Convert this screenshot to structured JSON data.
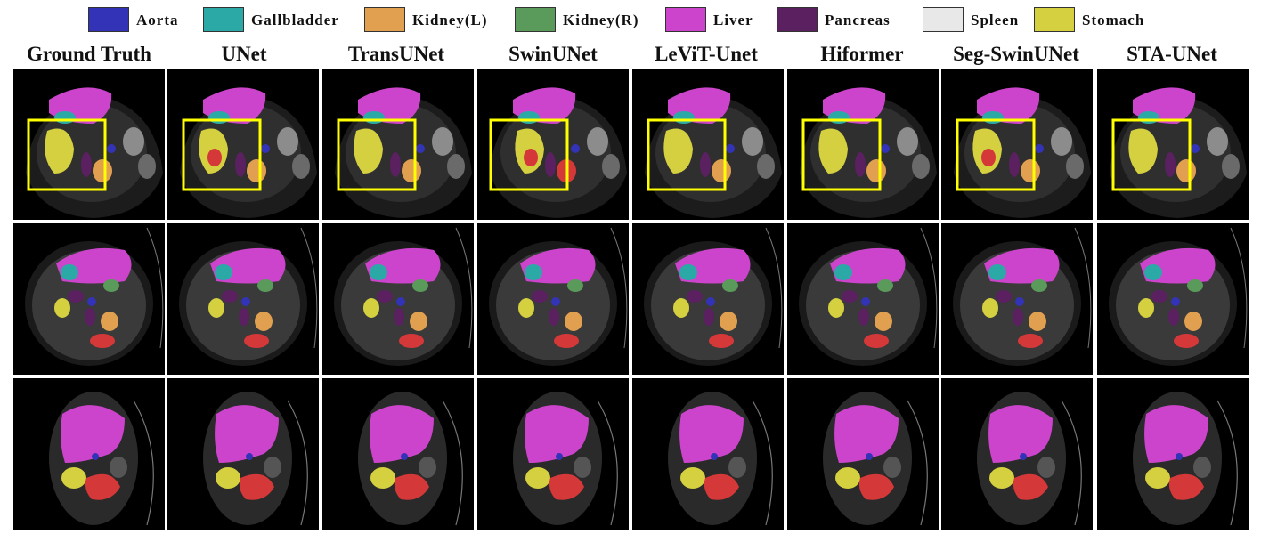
{
  "legend": [
    {
      "label": "Aorta",
      "color": "#3333b8"
    },
    {
      "label": "Gallbladder",
      "color": "#2aa9a6"
    },
    {
      "label": "Kidney(L)",
      "color": "#e0a050"
    },
    {
      "label": "Kidney(R)",
      "color": "#5a9a5a"
    },
    {
      "label": "Liver",
      "color": "#cc44cc"
    },
    {
      "label": "Pancreas",
      "color": "#5a2060"
    },
    {
      "label": "Spleen",
      "color": "#e8e8e8"
    },
    {
      "label": "Stomach",
      "color": "#d4d040"
    }
  ],
  "columns": [
    "Ground Truth",
    "UNet",
    "TransUNet",
    "SwinUNet",
    "LeViT-Unet",
    "Hiformer",
    "Seg-SwinUNet",
    "STA-UNet"
  ],
  "rows": 3,
  "highlight_color": "#ffff00",
  "highlight_row": 1
}
